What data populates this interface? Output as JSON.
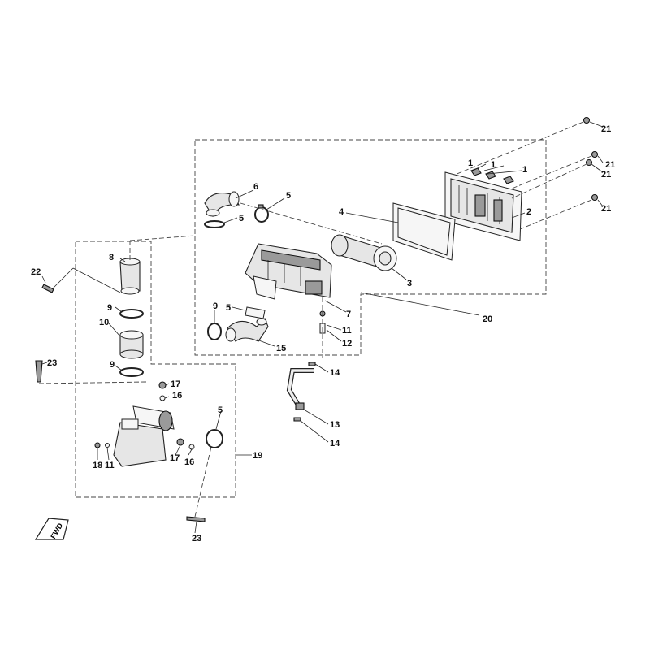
{
  "callouts": {
    "c1a": "1",
    "c1b": "1",
    "c1c": "1",
    "c2": "2",
    "c3": "3",
    "c4": "4",
    "c5a": "5",
    "c5b": "5",
    "c5c": "5",
    "c5d": "5",
    "c6": "6",
    "c7": "7",
    "c8": "8",
    "c9a": "9",
    "c9b": "9",
    "c9c": "9",
    "c10": "10",
    "c11a": "11",
    "c11b": "11",
    "c12": "12",
    "c13": "13",
    "c14a": "14",
    "c14b": "14",
    "c15": "15",
    "c16a": "16",
    "c16b": "16",
    "c17a": "17",
    "c17b": "17",
    "c18": "18",
    "c19": "19",
    "c20": "20",
    "c21a": "21",
    "c21b": "21",
    "c21c": "21",
    "c21d": "21",
    "c22": "22",
    "c23a": "23",
    "c23b": "23"
  },
  "direction_arrow": {
    "label": "FWD",
    "icon": "forward-arrow-icon"
  }
}
